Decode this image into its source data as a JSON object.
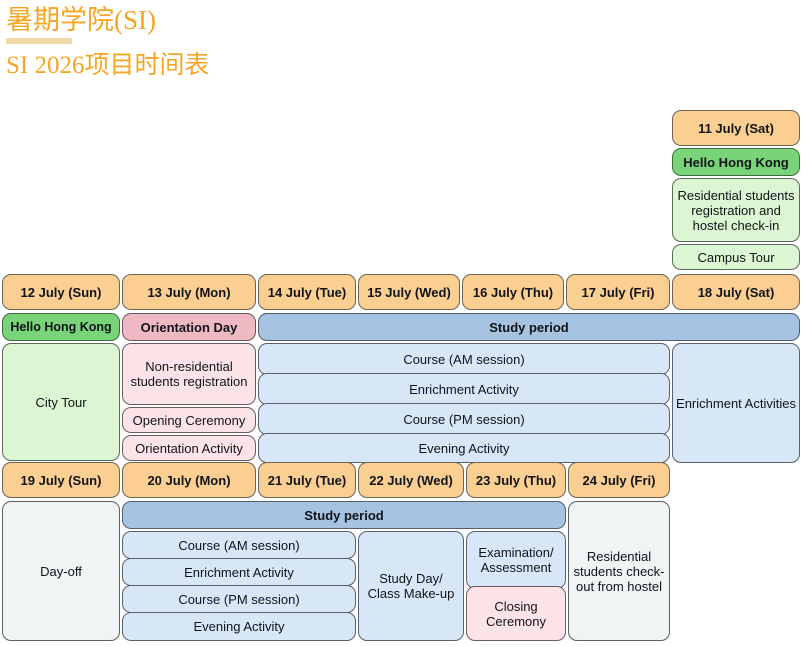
{
  "header": {
    "title": "暑期学院(SI)",
    "subtitle": "SI 2026项目时间表",
    "accent_color": "#F5A623",
    "underline_color": "#EFD9A8"
  },
  "palette": {
    "date_header": "#FBCE92",
    "green_header": "#79D479",
    "green_light": "#DCF5D2",
    "pink_header": "#EFB9C4",
    "pink_light": "#FCE3E8",
    "blue_header": "#A6C3E1",
    "blue_light": "#D7E7F8",
    "gray_light": "#F0F4F4"
  },
  "schedule": {
    "week0": {
      "dates": [
        "11 July (Sat)"
      ],
      "cells": [
        {
          "label": "Hello Hong Kong",
          "style": "green-header"
        },
        {
          "label": "Residential students registration and hostel check-in",
          "style": "green-light"
        },
        {
          "label": "Campus Tour",
          "style": "green-light"
        }
      ]
    },
    "week1": {
      "dates": [
        "12 July (Sun)",
        "13 July (Mon)",
        "14 July (Tue)",
        "15 July (Wed)",
        "16 July (Thu)",
        "17 July (Fri)",
        "18 July (Sat)"
      ],
      "banners": [
        {
          "label": "Hello Hong Kong",
          "style": "green-header",
          "span": "12 July"
        },
        {
          "label": "Orientation Day",
          "style": "pink-header",
          "span": "13 July"
        },
        {
          "label": "Study period",
          "style": "blue-header",
          "span": "14 July – 18 July"
        }
      ],
      "col_12july": [
        {
          "label": "City Tour",
          "style": "green-light"
        }
      ],
      "col_13july": [
        {
          "label": "Non-residential students registration",
          "style": "pink-light"
        },
        {
          "label": "Opening Ceremony",
          "style": "pink-light"
        },
        {
          "label": "Orientation Activity",
          "style": "pink-light"
        }
      ],
      "col_14to17july": [
        {
          "label": "Course (AM session)",
          "style": "blue-light"
        },
        {
          "label": "Enrichment Activity",
          "style": "blue-light"
        },
        {
          "label": "Course (PM session)",
          "style": "blue-light"
        },
        {
          "label": "Evening Activity",
          "style": "blue-light"
        }
      ],
      "col_18july": [
        {
          "label": "Enrichment Activities",
          "style": "blue-light"
        }
      ]
    },
    "week2": {
      "dates": [
        "19 July (Sun)",
        "20 July (Mon)",
        "21 July (Tue)",
        "22 July (Wed)",
        "23 July (Thu)",
        "24 July (Fri)"
      ],
      "banners": [
        {
          "label": "Study period",
          "style": "blue-header",
          "span": "20 July – 23 July"
        }
      ],
      "col_19july": [
        {
          "label": "Day-off",
          "style": "gray-light"
        }
      ],
      "col_20to21july": [
        {
          "label": "Course (AM session)",
          "style": "blue-light"
        },
        {
          "label": "Enrichment Activity",
          "style": "blue-light"
        },
        {
          "label": "Course (PM session)",
          "style": "blue-light"
        },
        {
          "label": "Evening Activity",
          "style": "blue-light"
        }
      ],
      "col_22july": [
        {
          "label": "Study Day/\nClass Make-up",
          "style": "blue-light"
        }
      ],
      "col_23july": [
        {
          "label": "Examination/\nAssessment",
          "style": "blue-light"
        },
        {
          "label": "Closing\nCeremony",
          "style": "pink-light"
        }
      ],
      "col_24july": [
        {
          "label": "Residential students check-out from hostel",
          "style": "gray-light"
        }
      ]
    }
  }
}
